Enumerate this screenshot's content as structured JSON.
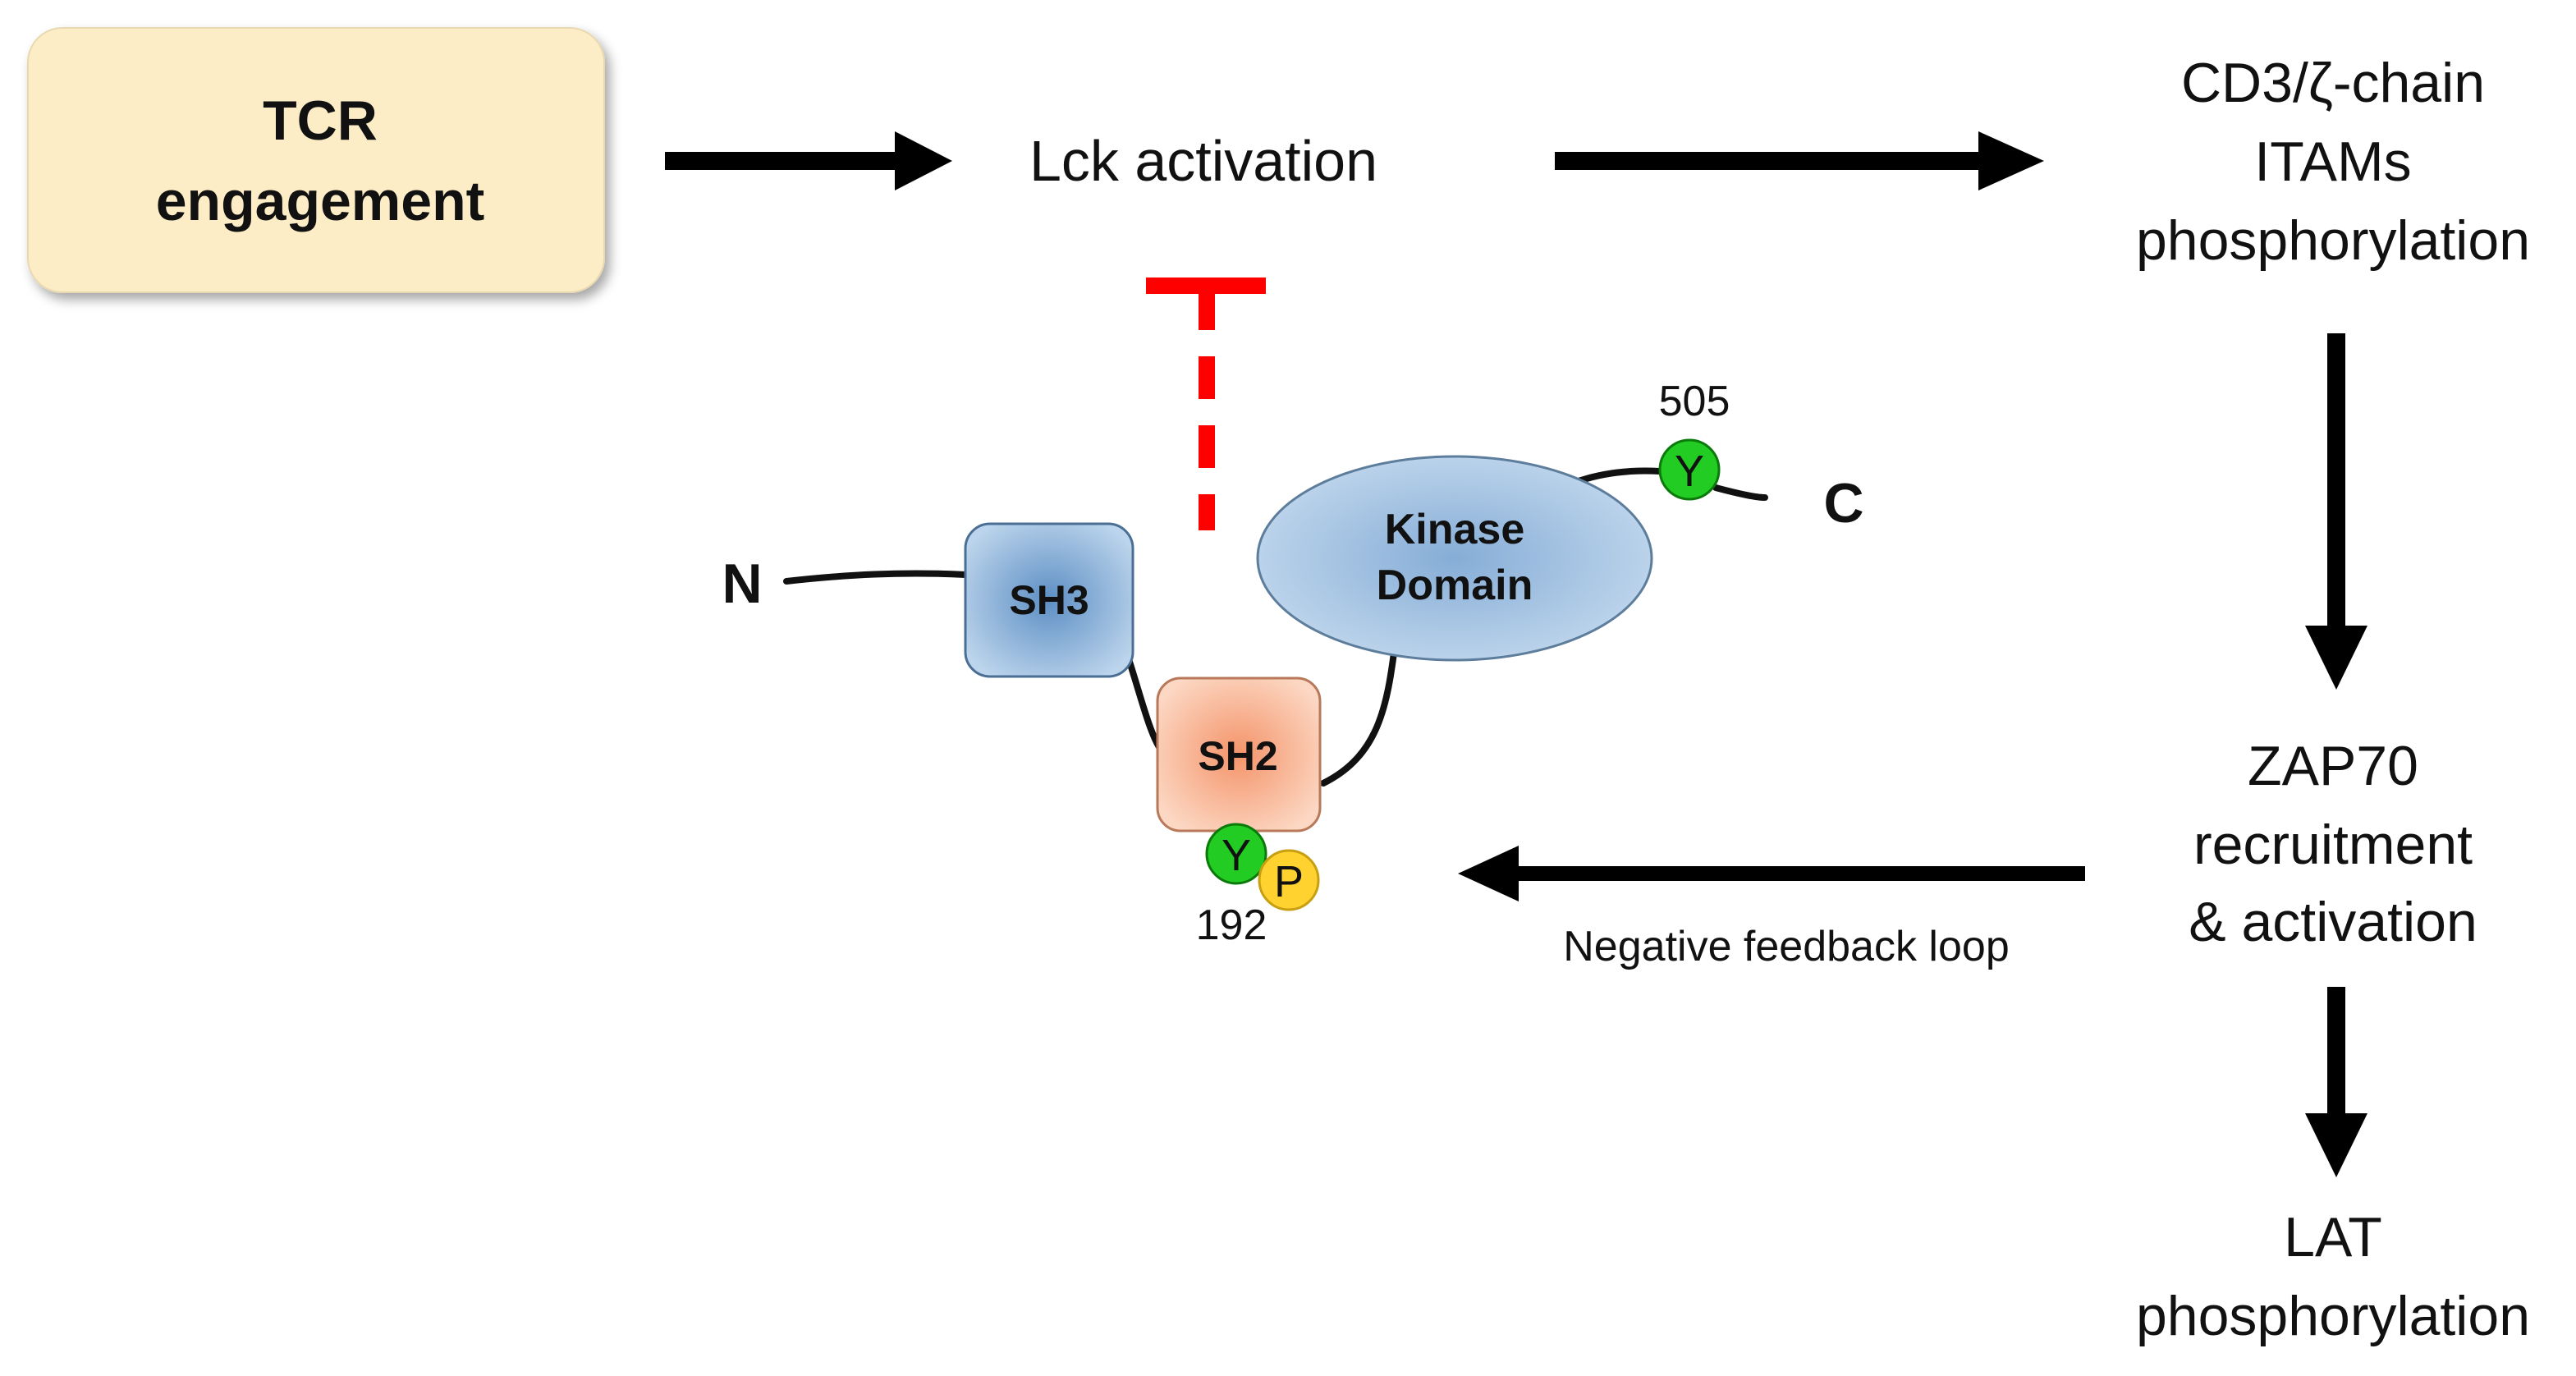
{
  "nodes": {
    "tcr": {
      "line1": "TCR",
      "line2": "engagement"
    },
    "lck": {
      "label": "Lck activation"
    },
    "cd3": {
      "line1": "CD3/ζ-chain",
      "line2": "ITAMs",
      "line3": "phosphorylation"
    },
    "zap70": {
      "line1": "ZAP70",
      "line2": "recruitment",
      "line3": "& activation"
    },
    "lat": {
      "line1": "LAT",
      "line2": "phosphorylation"
    }
  },
  "protein": {
    "n_terminus": "N",
    "c_terminus": "C",
    "sh3": "SH3",
    "sh2": "SH2",
    "kinase_line1": "Kinase",
    "kinase_line2": "Domain",
    "tyrosine_symbol": "Y",
    "phospho_symbol": "P",
    "site_505": "505",
    "site_192": "192"
  },
  "feedback": {
    "label": "Negative feedback loop"
  },
  "colors": {
    "tcr_box": "#fcedc6",
    "inhibition": "#ff0000",
    "sh3_fill": "#8fb4d8",
    "sh2_fill": "#f7b999",
    "kinase_fill": "#a9c8e4",
    "tyrosine": "#22cc22",
    "phospho": "#ffd230",
    "arrow": "#000000"
  }
}
